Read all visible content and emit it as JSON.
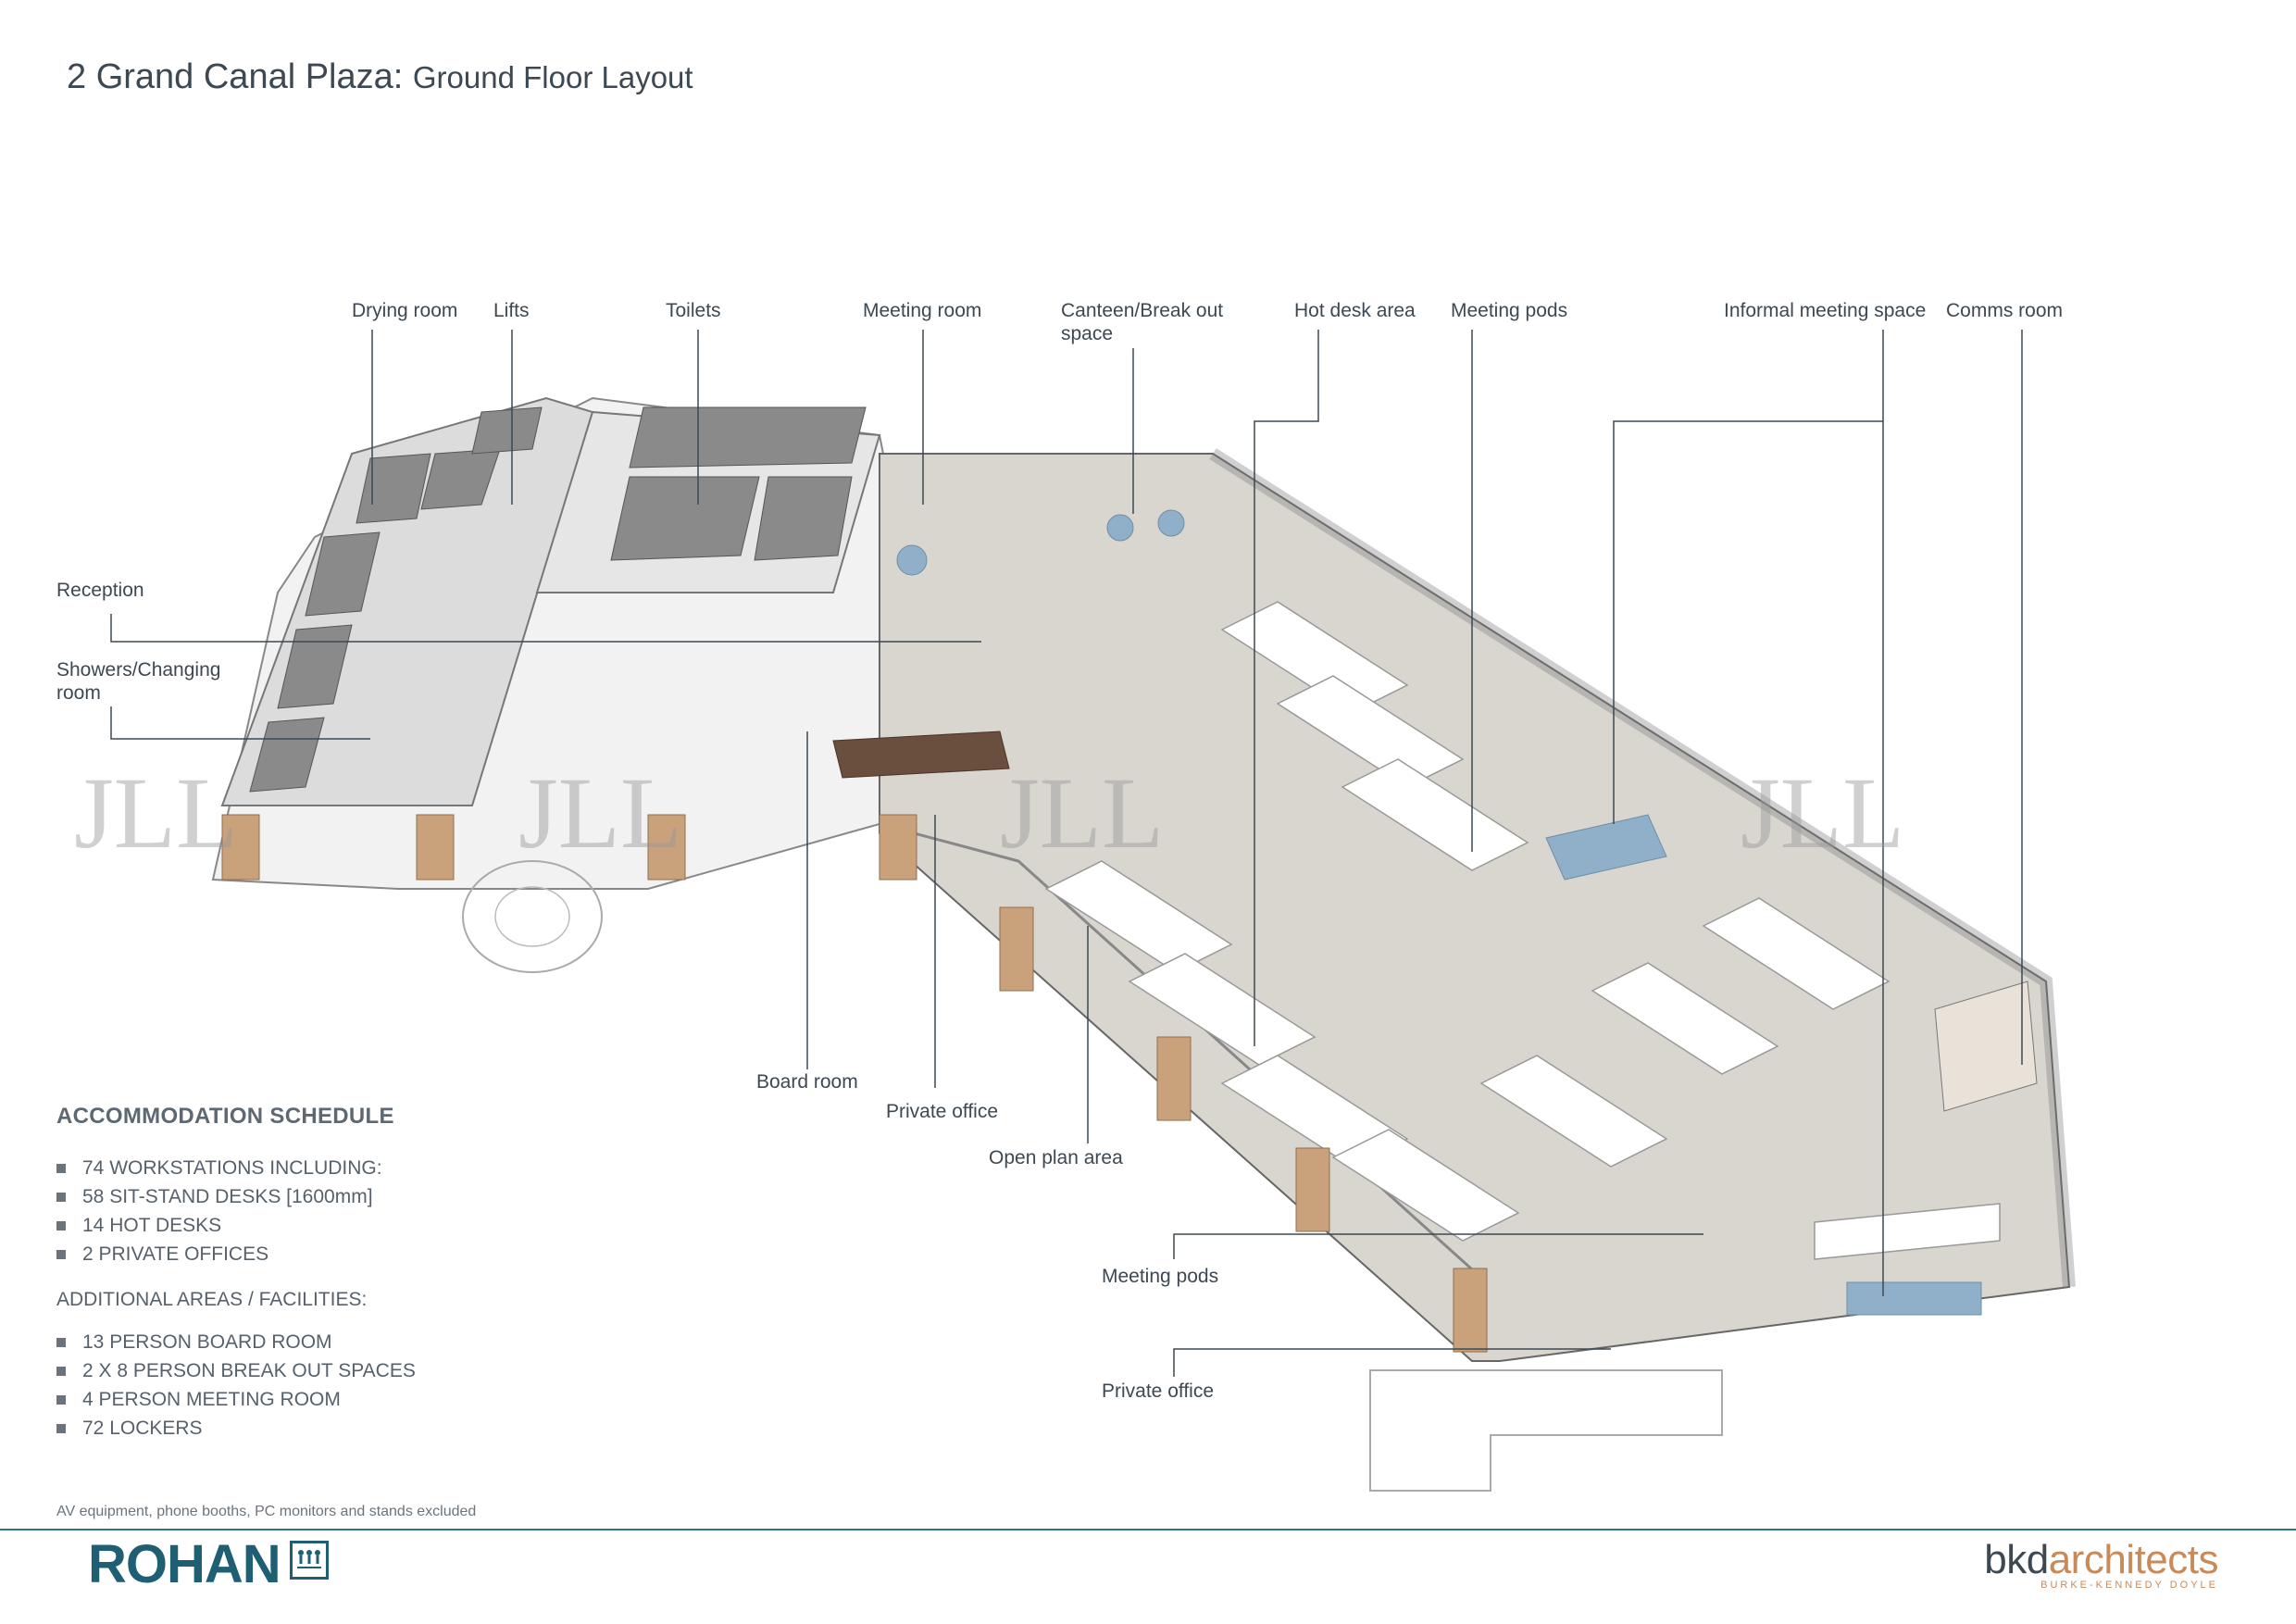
{
  "title": {
    "main": "2 Grand Canal Plaza:",
    "sub": "Ground Floor Layout"
  },
  "labels": {
    "drying_room": "Drying room",
    "lifts": "Lifts",
    "toilets": "Toilets",
    "meeting_room": "Meeting room",
    "canteen_line1": "Canteen/Break out",
    "canteen_line2": "space",
    "hot_desk": "Hot desk area",
    "meeting_pods_top": "Meeting pods",
    "informal": "Informal meeting space",
    "comms": "Comms room",
    "reception": "Reception",
    "showers_line1": "Showers/Changing",
    "showers_line2": "room",
    "board_room": "Board room",
    "private_office_1": "Private office",
    "open_plan": "Open plan area",
    "meeting_pods_bottom": "Meeting pods",
    "private_office_2": "Private office"
  },
  "schedule": {
    "heading": "ACCOMMODATION SCHEDULE",
    "items": [
      "74 WORKSTATIONS INCLUDING:",
      "58 SIT-STAND DESKS  [1600mm]",
      "14 HOT DESKS",
      "2 PRIVATE OFFICES"
    ],
    "additional_heading": "ADDITIONAL AREAS / FACILITIES:",
    "additional_items": [
      "13 PERSON BOARD ROOM",
      "2 X 8 PERSON BREAK OUT SPACES",
      "4 PERSON MEETING ROOM",
      "72 LOCKERS"
    ]
  },
  "footnote": "AV equipment, phone booths, PC monitors and stands excluded",
  "watermark": "JLL",
  "logos": {
    "rohan": "ROHAN",
    "bkd_1": "bkd",
    "bkd_2": "architects",
    "bkd_sub": "BURKE-KENNEDY DOYLE"
  },
  "colors": {
    "accent": "#2c7a79",
    "rohan": "#1f5f74",
    "bkd_accent": "#c98a5a",
    "text": "#3d4852"
  }
}
